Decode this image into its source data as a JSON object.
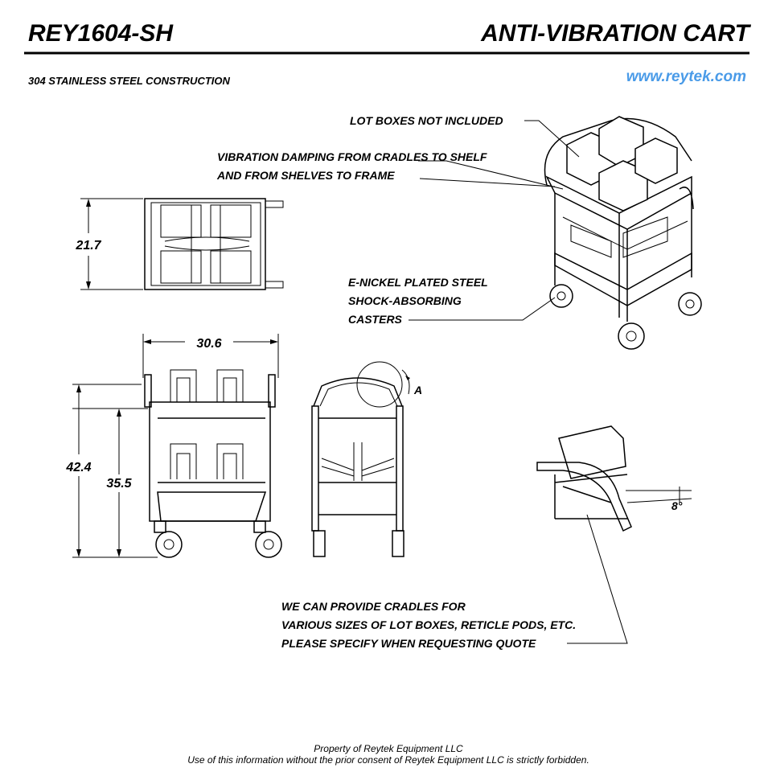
{
  "header": {
    "part_number": "REY1604-SH",
    "title": "ANTI-VIBRATION CART",
    "material": "304 STAINLESS STEEL CONSTRUCTION",
    "website": "www.reytek.com"
  },
  "colors": {
    "link": "#4a9be8",
    "ink": "#000000"
  },
  "callouts": {
    "lot_boxes": "LOT BOXES NOT INCLUDED",
    "damping_1": "VIBRATION DAMPING FROM CRADLES TO SHELF",
    "damping_2": "AND FROM SHELVES TO FRAME",
    "casters_1": "E-NICKEL PLATED STEEL",
    "casters_2": "SHOCK-ABSORBING",
    "casters_3": "CASTERS",
    "cradles_1": "WE CAN PROVIDE CRADLES FOR",
    "cradles_2": "VARIOUS SIZES OF LOT BOXES, RETICLE PODS, ETC.",
    "cradles_3": "PLEASE SPECIFY WHEN REQUESTING QUOTE"
  },
  "dimensions": {
    "depth": "21.7",
    "width": "30.6",
    "overall_height": "42.4",
    "shelf_height": "35.5",
    "tilt_angle": "8°",
    "detail_label": "A"
  },
  "footer": {
    "line1": "Property of Reytek Equipment LLC",
    "line2": "Use of this information without the prior consent of Reytek Equipment LLC is strictly forbidden."
  }
}
